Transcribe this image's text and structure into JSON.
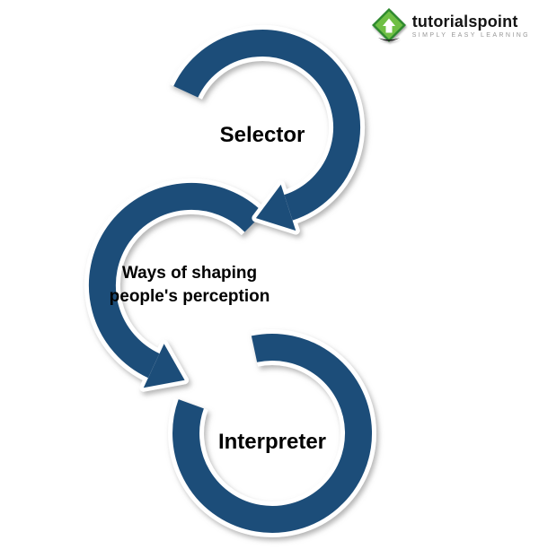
{
  "page": {
    "background": "#ffffff"
  },
  "logo": {
    "brand": "tutorialspoint",
    "tagline": "SIMPLY EASY LEARNING",
    "colors": {
      "green_dark": "#2f8a2f",
      "green_light": "#6fbf44",
      "brand_text": "#141414",
      "tagline_text": "#979797"
    }
  },
  "diagram": {
    "type": "interlocking-cycle-arrows",
    "ring_color": "#1f4e79",
    "casing_color": "#ffffff",
    "center_label": {
      "line1": "Ways of shaping",
      "line2": "people's perception"
    },
    "nodes": [
      {
        "id": "selector",
        "label": "Selector"
      },
      {
        "id": "interpreter",
        "label": "Interpreter"
      }
    ]
  }
}
